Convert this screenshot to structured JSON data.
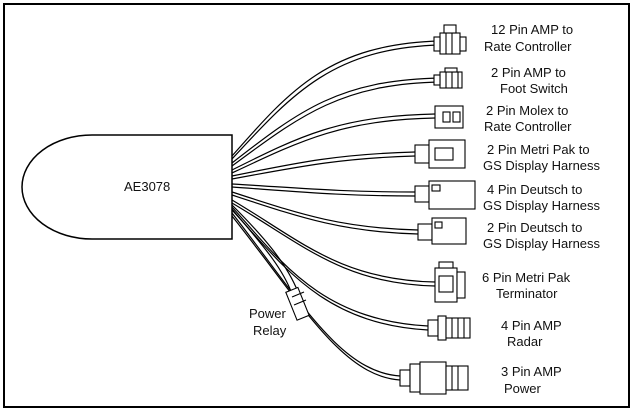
{
  "harness": {
    "part_number": "AE3078",
    "relay_label": [
      "Power",
      "Relay"
    ],
    "connectors": [
      {
        "lines": [
          "12 Pin AMP to",
          "Rate Controller"
        ]
      },
      {
        "lines": [
          "2 Pin AMP to",
          "Foot Switch"
        ]
      },
      {
        "lines": [
          "2 Pin Molex to",
          "Rate Controller"
        ]
      },
      {
        "lines": [
          "2 Pin Metri Pak to",
          "GS Display Harness"
        ]
      },
      {
        "lines": [
          "4 Pin Deutsch to",
          "GS Display Harness"
        ]
      },
      {
        "lines": [
          "2 Pin Deutsch to",
          "GS Display Harness"
        ]
      },
      {
        "lines": [
          "6 Pin Metri Pak",
          "Terminator"
        ]
      },
      {
        "lines": [
          "4 Pin AMP",
          "Radar"
        ]
      },
      {
        "lines": [
          "3 Pin AMP",
          "Power"
        ]
      }
    ]
  }
}
